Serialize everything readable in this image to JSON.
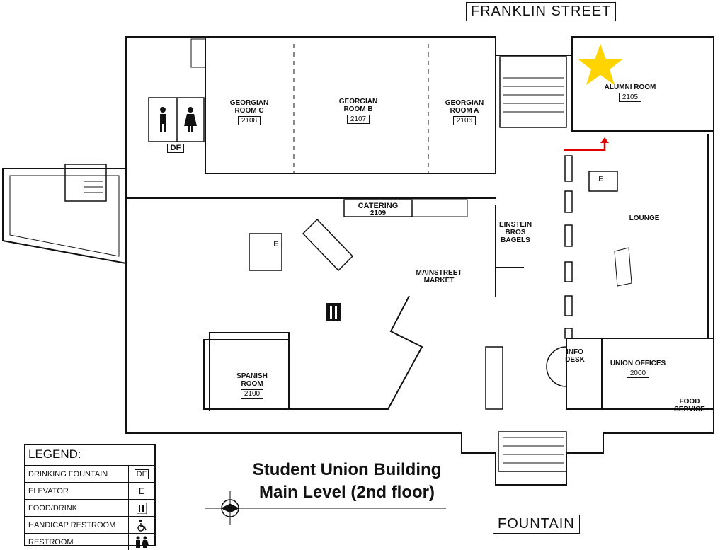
{
  "streets": {
    "north": "FRANKLIN STREET",
    "south": "FOUNTAIN"
  },
  "title": {
    "line1": "Student Union Building",
    "line2": "Main Level (2nd floor)"
  },
  "rooms": {
    "georgian_c": {
      "name1": "GEORGIAN",
      "name2": "ROOM C",
      "number": "2108"
    },
    "georgian_b": {
      "name1": "GEORGIAN",
      "name2": "ROOM B",
      "number": "2107"
    },
    "georgian_a": {
      "name1": "GEORGIAN",
      "name2": "ROOM A",
      "number": "2106"
    },
    "alumni": {
      "name1": "ALUMNI ROOM",
      "number": "2105"
    },
    "catering": {
      "name1": "CATERING",
      "number": "2109"
    },
    "einstein": {
      "name1": "EINSTEIN",
      "name2": "BROS",
      "name3": "BAGELS"
    },
    "lounge": {
      "name1": "LOUNGE"
    },
    "mainstreet": {
      "name1": "MAINSTREET",
      "name2": "MARKET"
    },
    "spanish": {
      "name1": "SPANISH",
      "name2": "ROOM",
      "number": "2100"
    },
    "info": {
      "name1": "INFO",
      "name2": "DESK"
    },
    "union_offices": {
      "name1": "UNION OFFICES",
      "number": "2000"
    },
    "food_service": {
      "name1": "FOOD",
      "name2": "SERVICE"
    }
  },
  "map_symbols": {
    "drinking_fountain": "DF",
    "elevator": "E"
  },
  "legend": {
    "title": "LEGEND:",
    "items": [
      {
        "label": "DRINKING FOUNTAIN",
        "symbol": "DF",
        "icon": "drinking-fountain-icon"
      },
      {
        "label": "ELEVATOR",
        "symbol": "E",
        "icon": "elevator-icon"
      },
      {
        "label": "FOOD/DRINK",
        "symbol": "",
        "icon": "food-drink-icon"
      },
      {
        "label": "HANDICAP RESTROOM",
        "symbol": "",
        "icon": "wheelchair-icon"
      },
      {
        "label": "RESTROOM",
        "symbol": "",
        "icon": "restroom-icon"
      }
    ]
  },
  "colors": {
    "star": "#ffd400",
    "route": "#e00000",
    "line": "#111111"
  }
}
